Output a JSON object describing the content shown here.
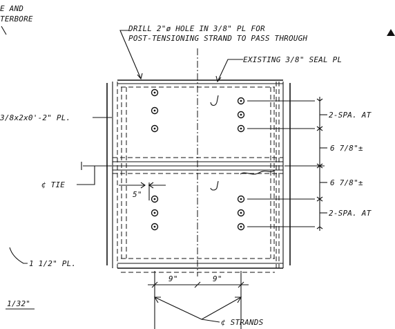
{
  "notes": {
    "top_left_line1": "E AND",
    "top_left_line2": "TERBORE",
    "drill_line1": "DRILL 2\"ø HOLE IN 3/8\" PL FOR",
    "drill_line2": "POST-TENSIONING STRAND TO PASS THROUGH",
    "existing_seal": "EXISTING 3/8\" SEAL PL",
    "plate_label": "3/8x2x0'-2\" PL.",
    "tie_label": "¢ TIE",
    "dim_5": "5\"",
    "thick_plate": "1 1/2\" PL.",
    "bottom_left": "1/32\"",
    "strands": "¢ STRANDS",
    "dim_9_left": "9\"",
    "dim_9_right": "9\"",
    "right_spa_top": "2-SPA. AT",
    "right_678_top": "6 7/8\"±",
    "right_678_bottom": "6 7/8\"±",
    "right_spa_bottom": "2-SPA. AT"
  },
  "icons": {
    "revision_triangle": "filled-triangle",
    "weld_symbol": "j-weld"
  }
}
